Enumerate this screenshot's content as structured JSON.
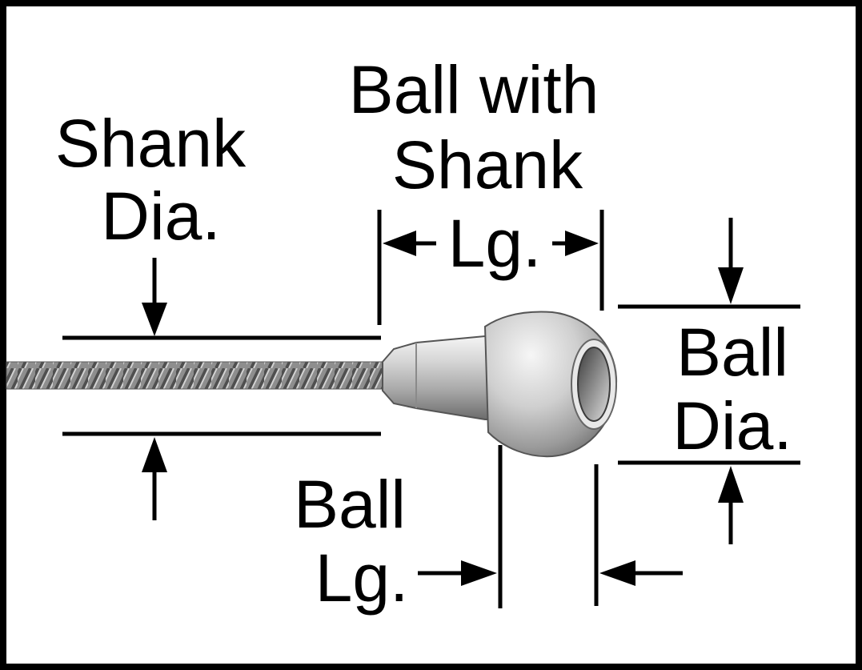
{
  "labels": {
    "shank_dia_line1": "Shank",
    "shank_dia_line2": "Dia.",
    "ball_with_shank_line1": "Ball with",
    "ball_with_shank_line2": "Shank",
    "ball_with_shank_line3": "Lg.",
    "ball_dia_line1": "Ball",
    "ball_dia_line2": "Dia.",
    "ball_lg_line1": "Ball",
    "ball_lg_line2": "Lg."
  },
  "colors": {
    "ink": "#000000",
    "background": "#ffffff",
    "cable": "#8a8a8a",
    "metal": "#c9c9c9"
  }
}
